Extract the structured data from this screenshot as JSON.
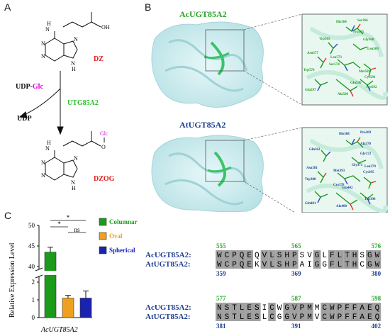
{
  "panels": {
    "a": "A",
    "b": "B",
    "c": "C"
  },
  "panel_a": {
    "dz_label": "DZ",
    "dzog_label": "DZOG",
    "hydroxyl": "OH",
    "nh": "N",
    "h": "H",
    "n": "N",
    "o": "O",
    "glc": "Glc",
    "udp_prefix": "UDP-",
    "udp_glc_suffix": "Glc",
    "udp": "UDP",
    "enzyme": "UTG85A2",
    "colors": {
      "red": "#e02020",
      "green": "#2fc02f",
      "magenta": "#e000e0"
    }
  },
  "panel_b": {
    "ac_title": "AcUGT85A2",
    "at_title": "AtUGT85A2",
    "ac_residues": [
      "His364",
      "Ser366",
      "Pro365",
      "Gly368",
      "Trp565",
      "Leu569",
      "Asn577",
      "Leu573",
      "Ser574",
      "Met589",
      "Cys591",
      "Trp576",
      "Glu597",
      "Gln596",
      "Trp592",
      "Ala596"
    ],
    "at_residues": [
      "His368",
      "Pro369",
      "Ala370",
      "Gln363",
      "Gly372",
      "Gly373",
      "Leu379",
      "Asn381",
      "Met393",
      "Cys395",
      "Cys378",
      "Trp380",
      "Gln401",
      "Gln402",
      "Trp396",
      "Ala400"
    ],
    "colors": {
      "ac_title": "#2aa52a",
      "at_title": "#1f3f8f",
      "protein": "#cfeef0",
      "residue": "#1a9b1a"
    }
  },
  "panel_c": {
    "chart_data": {
      "type": "bar",
      "categories": [
        "Columnar",
        "Oval",
        "Spherical"
      ],
      "values": [
        43.5,
        1.1,
        1.1
      ],
      "errors": [
        1.2,
        0.15,
        0.4
      ],
      "ylabel": "Relative Expression Level",
      "xlabel": "AcUGT85A2",
      "ylim": [
        0,
        50
      ],
      "yticks": [
        "0",
        "1",
        "2",
        "40",
        "45",
        "50"
      ],
      "axis_break": true,
      "legend": [
        "Columnar",
        "Oval",
        "Spherical"
      ],
      "legend_position": "right",
      "significance": [
        "*",
        "*",
        "ns"
      ],
      "colors": [
        "#1a9b1a",
        "#f0a020",
        "#1a22b0"
      ]
    }
  },
  "alignment": {
    "block1": {
      "top_numbers": [
        "555",
        "565",
        "576"
      ],
      "bottom_numbers": [
        "359",
        "369",
        "380"
      ],
      "ac_label": "AcUGT85A2:",
      "at_label": "AtUGT85A2:",
      "ac_seq": [
        "W",
        "C",
        "P",
        "Q",
        "E",
        "Q",
        "V",
        "L",
        "S",
        "H",
        "P",
        "S",
        "V",
        "G",
        "L",
        "F",
        "L",
        "T",
        "H",
        "S",
        "G",
        "W"
      ],
      "at_seq": [
        "W",
        "C",
        "P",
        "Q",
        "E",
        "K",
        "V",
        "L",
        "S",
        "H",
        "P",
        "A",
        "I",
        "G",
        "G",
        "F",
        "L",
        "T",
        "H",
        "C",
        "G",
        "W"
      ],
      "conserved": [
        1,
        1,
        1,
        1,
        1,
        0,
        1,
        1,
        1,
        1,
        1,
        0,
        0,
        1,
        0,
        1,
        1,
        1,
        1,
        0,
        1,
        1
      ]
    },
    "block2": {
      "top_numbers": [
        "577",
        "587",
        "598"
      ],
      "bottom_numbers": [
        "381",
        "391",
        "402"
      ],
      "ac_label": "AcUGT85A2:",
      "at_label": "AtUGT85A2:",
      "ac_seq": [
        "N",
        "S",
        "T",
        "L",
        "E",
        "S",
        "I",
        "C",
        "W",
        "G",
        "V",
        "P",
        "M",
        "M",
        "C",
        "W",
        "P",
        "F",
        "F",
        "A",
        "E",
        "Q"
      ],
      "at_seq": [
        "N",
        "S",
        "T",
        "L",
        "E",
        "S",
        "L",
        "C",
        "G",
        "G",
        "V",
        "P",
        "M",
        "V",
        "C",
        "W",
        "P",
        "F",
        "F",
        "A",
        "E",
        "Q"
      ],
      "conserved": [
        1,
        1,
        1,
        1,
        1,
        1,
        0,
        1,
        0,
        1,
        1,
        1,
        1,
        0,
        1,
        1,
        1,
        1,
        1,
        1,
        1,
        1
      ]
    },
    "colors": {
      "number": "#2aa52a",
      "number_bottom": "#1f3f8f",
      "shade": "#a0a0a0"
    }
  }
}
